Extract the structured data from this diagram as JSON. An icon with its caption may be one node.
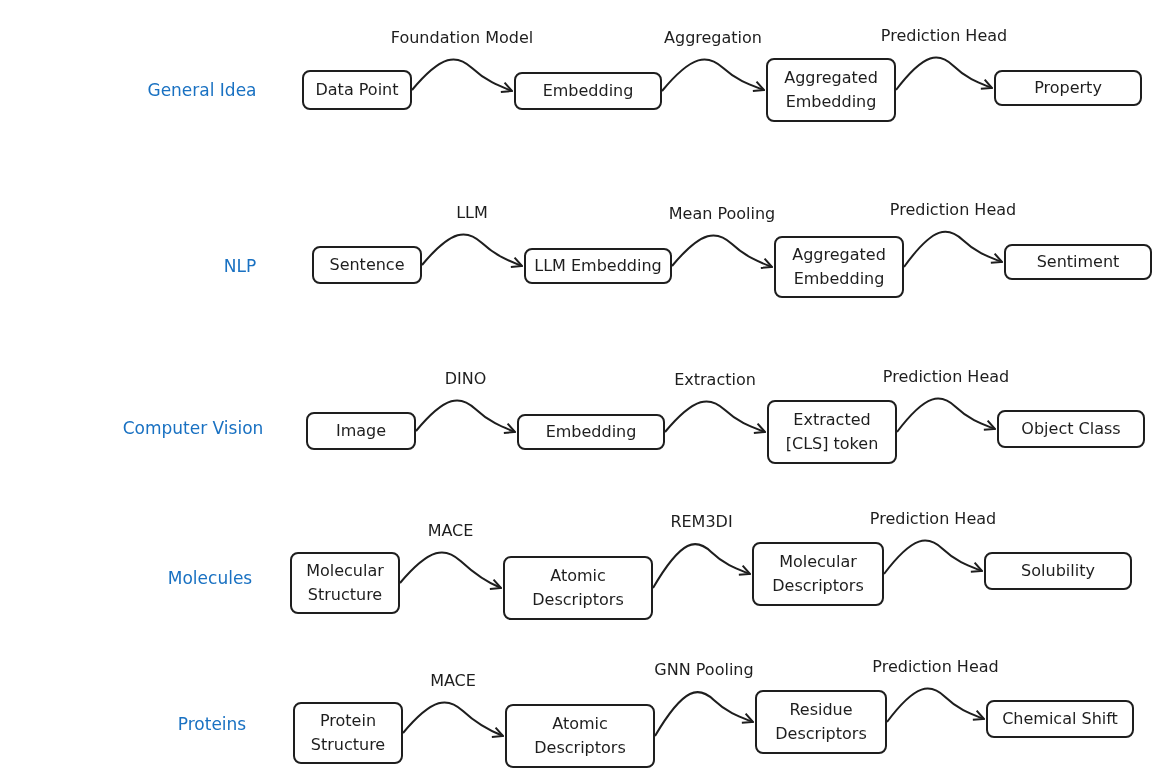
{
  "diagram": {
    "nodes": [
      {
        "text": [
          "Data Point"
        ]
      },
      {
        "text": [
          "Embedding"
        ]
      },
      {
        "text": [
          "Aggregated Embedding"
        ]
      },
      {
        "text": [
          "Property"
        ]
      },
      {
        "text": [
          "Sentence"
        ]
      },
      {
        "text": [
          "LLM Embedding"
        ]
      },
      {
        "text": [
          "Aggregated Embedding"
        ]
      },
      {
        "text": [
          "Sentiment"
        ]
      },
      {
        "text": [
          "Image"
        ]
      },
      {
        "text": [
          "Embedding"
        ]
      },
      {
        "text": [
          "Extracted [CLS] token"
        ]
      },
      {
        "text": [
          "Object Class"
        ]
      },
      {
        "text": [
          "Molecular Structure"
        ]
      },
      {
        "text": [
          "Atomic Descriptors"
        ]
      },
      {
        "text": [
          "Molecular Descriptors"
        ]
      },
      {
        "text": [
          "Solubility"
        ]
      },
      {
        "text": [
          "Protein Structure"
        ]
      },
      {
        "text": [
          "Atomic Descriptors"
        ]
      },
      {
        "text": [
          "Residue Descriptors"
        ]
      },
      {
        "text": [
          "Chemical Shift"
        ]
      }
    ],
    "edges": [
      {
        "from": 0,
        "to": 1,
        "arrow": "to",
        "label": "Foundation Model"
      },
      {
        "from": 1,
        "to": 2,
        "arrow": "to",
        "label": "Aggregation"
      },
      {
        "from": 2,
        "to": 3,
        "arrow": "to",
        "label": "Prediction Head"
      },
      {
        "from": 4,
        "to": 5,
        "arrow": "to",
        "label": "LLM"
      },
      {
        "from": 5,
        "to": 6,
        "arrow": "to",
        "label": "Mean Pooling"
      },
      {
        "from": 6,
        "to": 7,
        "arrow": "to",
        "label": "Prediction Head"
      },
      {
        "from": 8,
        "to": 9,
        "arrow": "to",
        "label": "DINO"
      },
      {
        "from": 9,
        "to": 10,
        "arrow": "to",
        "label": "Extraction"
      },
      {
        "from": 10,
        "to": 11,
        "arrow": "to",
        "label": "Prediction Head"
      },
      {
        "from": 12,
        "to": 13,
        "arrow": "to",
        "label": "MACE"
      },
      {
        "from": 13,
        "to": 14,
        "arrow": "to",
        "label": "REM3DI"
      },
      {
        "from": 14,
        "to": 15,
        "arrow": "to",
        "label": "Prediction Head"
      },
      {
        "from": 16,
        "to": 17,
        "arrow": "to",
        "label": "MACE"
      },
      {
        "from": 17,
        "to": 18,
        "arrow": "to",
        "label": "GNN Pooling"
      },
      {
        "from": 18,
        "to": 19,
        "arrow": "to",
        "label": "Prediction Head"
      }
    ],
    "labels": [
      "General Idea",
      "NLP",
      "Computer Vision",
      "Molecules",
      "Proteins"
    ]
  }
}
